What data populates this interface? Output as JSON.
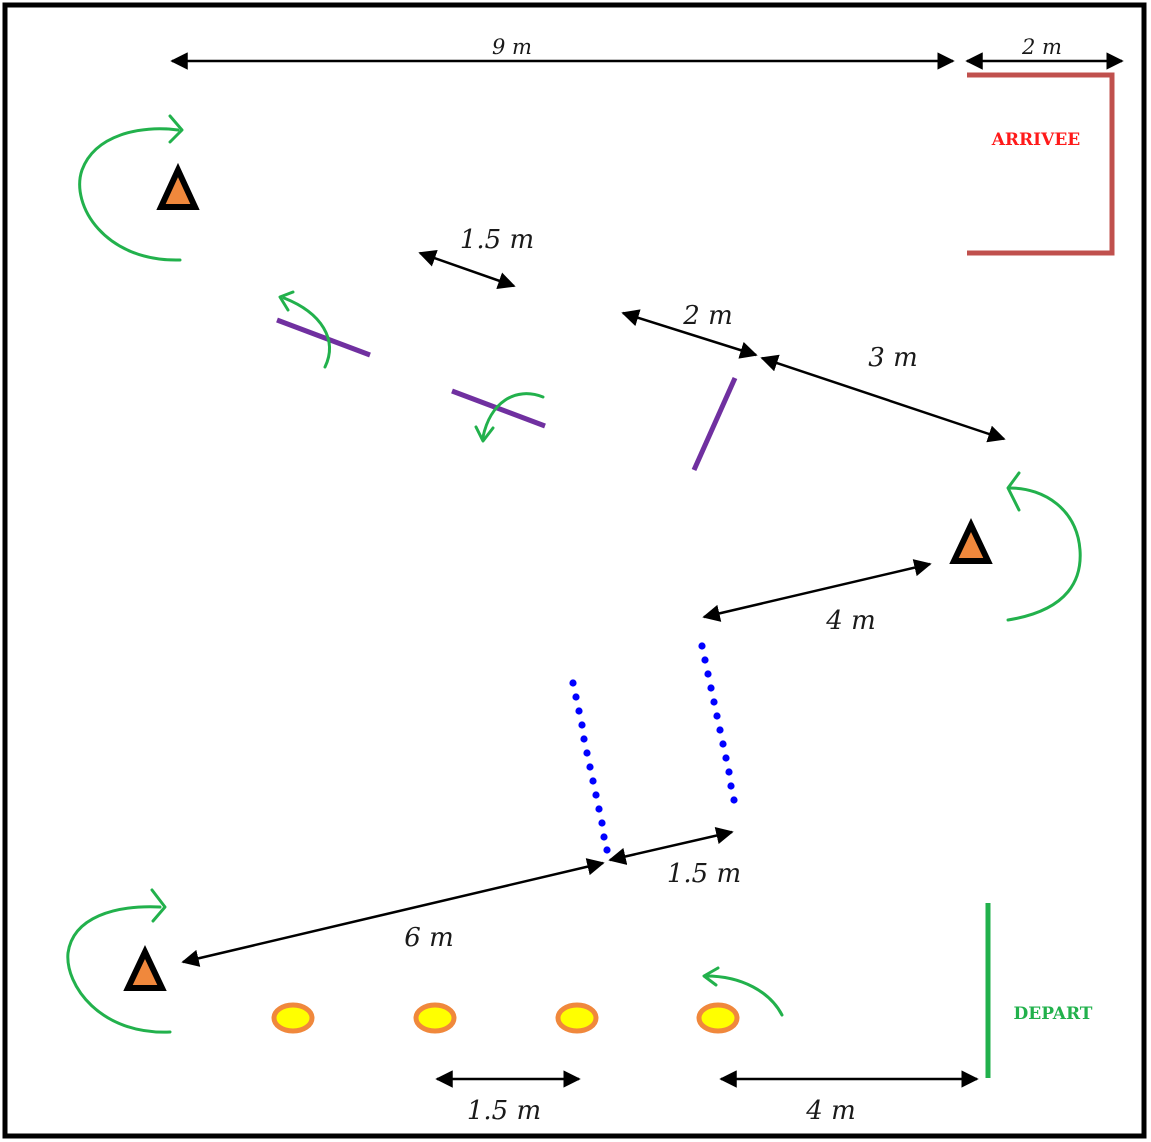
{
  "zones": {
    "arrivee": {
      "label": "ARRIVEE",
      "color": "#ff1a1a"
    },
    "depart": {
      "label": "DEPART",
      "color": "#22b14c"
    }
  },
  "dimensions": {
    "top_width": "9 m",
    "finish_width": "2 m",
    "hurdle_gap_1": "1.5 m",
    "hurdle_gap_2": "2 m",
    "hurdle_to_cone": "3 m",
    "cone_to_ladder": "4 m",
    "ladder_gap": "1.5 m",
    "ladder_to_cone": "6 m",
    "disc_spacing": "1.5 m",
    "start_to_disc": "4 m"
  },
  "colors": {
    "border": "#000000",
    "arrow": "#000000",
    "turn_arrow": "#22b14c",
    "hurdle": "#7030a0",
    "ladder_dots": "#0000ff",
    "cone_fill": "#f0883c",
    "disc_outer": "#f0883c",
    "disc_inner": "#ffff00",
    "finish_frame": "#c0504d",
    "start_line": "#22b14c"
  },
  "icons": {
    "cone": "triangle-cone-icon",
    "disc": "flat-disc-marker-icon",
    "turn": "curved-turn-arrow-icon"
  }
}
